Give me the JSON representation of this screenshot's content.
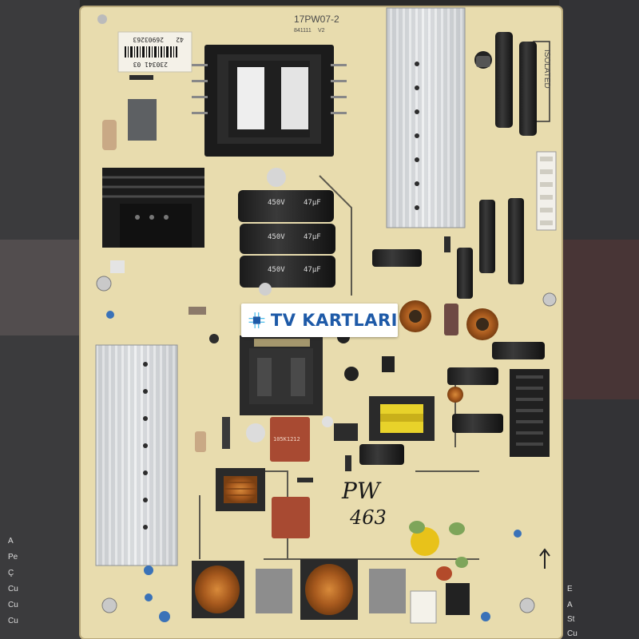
{
  "photo": {
    "subject": "TV power supply board",
    "board_text": {
      "model": "17PW07-2",
      "part_small": "841111",
      "rev": "V2",
      "sticker_line1": "26903263",
      "sticker_line2": "230341 03",
      "sticker_num": "42",
      "isolated": "ISOLATED",
      "handwritten_line1": "PW",
      "handwritten_line2": "463",
      "bottom_left_keys": [
        "A",
        "Pe",
        "Ç",
        "Cu",
        "Cu",
        "Cu"
      ],
      "bottom_right_keys": [
        "E",
        "A",
        "St",
        "Cu"
      ]
    },
    "capacitor_labels": [
      "47µF",
      "450V",
      "47µF",
      "450V",
      "47µF",
      "450V"
    ],
    "film_cap_label": "105K1212",
    "watermark": {
      "text": "TV KARTLARI",
      "accent": "#1e5aa8"
    },
    "colors": {
      "board": "#e8dcae",
      "board_dark": "#d8c99a",
      "heatsink": "#d4d6d8",
      "copper": "#b86a2a",
      "background": "#2a2a2a"
    }
  }
}
